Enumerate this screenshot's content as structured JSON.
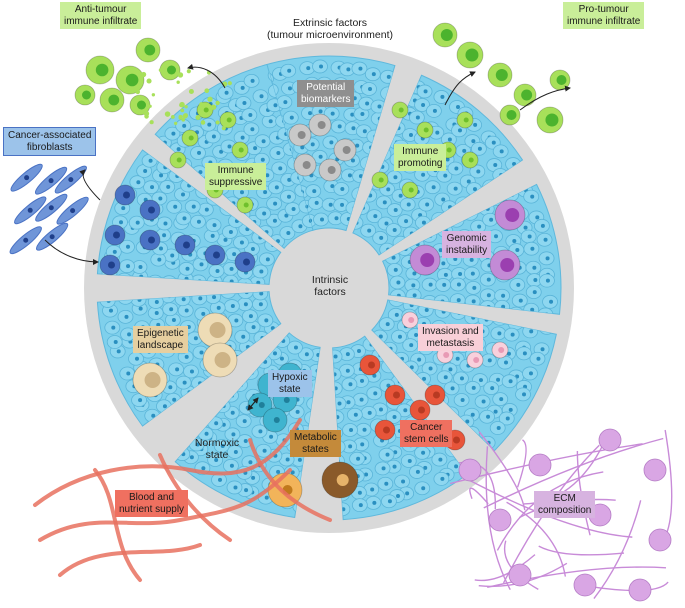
{
  "header": {
    "line1": "Extrinsic factors",
    "line2": "(tumour microenvironment)"
  },
  "center": {
    "line1": "Intrinsic",
    "line2": "factors"
  },
  "labels": {
    "anti_tumour": [
      "Anti-tumour",
      "immune infiltrate"
    ],
    "pro_tumour": [
      "Pro-tumour",
      "immune infiltrate"
    ],
    "caf": [
      "Cancer-associated",
      "fibroblasts"
    ],
    "biomarkers": [
      "Potential",
      "biomarkers"
    ],
    "immune_suppressive": [
      "Immune",
      "suppressive"
    ],
    "immune_promoting": [
      "Immune",
      "promoting"
    ],
    "genomic": [
      "Genomic",
      "instability"
    ],
    "epigenetic": [
      "Epigenetic",
      "landscape"
    ],
    "invasion": [
      "Invasion and",
      "metastasis"
    ],
    "hypoxic": [
      "Hypoxic",
      "state"
    ],
    "normoxic": [
      "Normoxic",
      "state"
    ],
    "metabolic": [
      "Metabolic",
      "states"
    ],
    "stem": [
      "Cancer",
      "stem cells"
    ],
    "blood": [
      "Blood and",
      "nutrient supply"
    ],
    "ecm": [
      "ECM",
      "composition"
    ]
  },
  "colors": {
    "circle": "#d9d9d9",
    "tissue": "#7fd0ec",
    "nucleus": "#2a8fc0",
    "immune_green": "#a8e05a",
    "immune_dark": "#4cb32e",
    "caf_blue": "#4a72c4",
    "genomic_purple": "#9b3fb0",
    "invasion_pink": "#f4b6c8",
    "stem_red": "#e8553a",
    "hypoxic_teal": "#3fb4cf",
    "vessel_red": "#e8715f",
    "ecm_lilac": "#d9a6e4",
    "box_green": "#c9ee99",
    "box_blue": "#9cc3ea",
    "box_grey": "#8f8f8f",
    "box_purple": "#d7b3e0",
    "box_tan": "#e6cfa0",
    "box_pink": "#f8cfd8",
    "box_orange": "#f3a78e",
    "box_brown": "#c48a3a",
    "box_red": "#ef7060"
  }
}
